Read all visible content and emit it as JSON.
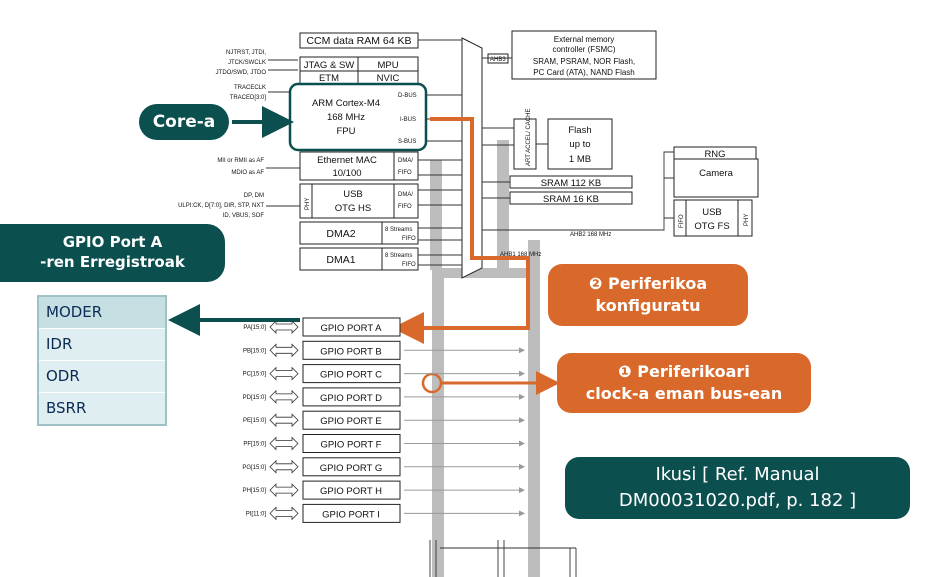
{
  "brand": "",
  "core": {
    "ccm": "CCM data RAM 64 KB",
    "jtag": "JTAG & SW",
    "mpu": "MPU",
    "etm": "ETM",
    "nvic": "NVIC",
    "cpu_name": "ARM Cortex-M4",
    "cpu_freq": "168 MHz",
    "cpu_fpu": "FPU",
    "dbus": "D-BUS",
    "ibus": "I-BUS",
    "sbus": "S-BUS"
  },
  "left_pins": {
    "njtrst": "NJTRST, JTDI,",
    "jtck": "JTCK/SWCLK",
    "jtdo": "JTDO/SWD, JTDO",
    "traceclk": "TRACECLK",
    "traced": "TRACED[3:0]",
    "mii": "MII or RMII as AF",
    "mdio": "MDIO as AF",
    "dp": "DP, DM",
    "ulpi": "ULPI:CK, D[7:0], DIR, STP, NXT",
    "id": "ID, VBUS, SOF"
  },
  "peripherals": {
    "eth_line1": "Ethernet MAC",
    "eth_line2": "10/100",
    "dma_fifo_1a": "DMA/",
    "dma_fifo_1b": "FIFO",
    "phy": "PHY",
    "usb_line1": "USB",
    "usb_line2": "OTG HS",
    "dma_fifo_2a": "DMA/",
    "dma_fifo_2b": "FIFO",
    "dma2": "DMA2",
    "dma1": "DMA1",
    "streams2a": "8 Streams",
    "streams2b": "FIFO",
    "streams1a": "8 Streams",
    "streams1b": "FIFO"
  },
  "memory": {
    "fsmc_1": "External memory",
    "fsmc_2": "controller (FSMC)",
    "fsmc_3": "SRAM, PSRAM, NOR Flash,",
    "fsmc_4": "PC Card (ATA), NAND Flash",
    "ahb3": "AHB3",
    "art": "ART ACCEL/ CACHE",
    "flash_1": "Flash",
    "flash_2": "up to",
    "flash_3": "1 MB",
    "sram112": "SRAM 112 KB",
    "sram16": "SRAM 16 KB",
    "ahb2": "AHB2 168 MHz",
    "ahb1": "AHB1 168 MHz"
  },
  "ahb2_periph": {
    "rng": "RNG",
    "camera": "Camera",
    "fifo": "FIFO",
    "usb_fs_1": "USB",
    "usb_fs_2": "OTG FS",
    "phy": "PHY"
  },
  "gpio_ports": [
    {
      "pins": "PA[15:0]",
      "label": "GPIO PORT A"
    },
    {
      "pins": "PB[15:0]",
      "label": "GPIO PORT B"
    },
    {
      "pins": "PC[15:0]",
      "label": "GPIO PORT C"
    },
    {
      "pins": "PD[15:0]",
      "label": "GPIO PORT D"
    },
    {
      "pins": "PE[15:0]",
      "label": "GPIO PORT E"
    },
    {
      "pins": "PF[15:0]",
      "label": "GPIO PORT F"
    },
    {
      "pins": "PG[15:0]",
      "label": "GPIO PORT G"
    },
    {
      "pins": "PH[15:0]",
      "label": "GPIO PORT H"
    },
    {
      "pins": "PI[11:0]",
      "label": "GPIO PORT I"
    }
  ],
  "callouts": {
    "core": "Core-a",
    "gpio_title_1": "GPIO Port A",
    "gpio_title_2": "-ren Erregistroak",
    "config_1": "❷ Periferikoa",
    "config_2": "konfiguratu",
    "clock_1": "❶ Periferikoari",
    "clock_2": "clock-a eman bus-ean",
    "ref_1": "Ikusi [ Ref. Manual",
    "ref_2": "DM00031020.pdf, p. 182 ]"
  },
  "registers": [
    "MODER",
    "IDR",
    "ODR",
    "BSRR"
  ],
  "colors": {
    "teal": "#0c4f4f",
    "orange": "#d9692b",
    "register_bg": "#dfeef0",
    "register_text": "#0b2b55",
    "bus_gray": "#bdbdbd"
  }
}
